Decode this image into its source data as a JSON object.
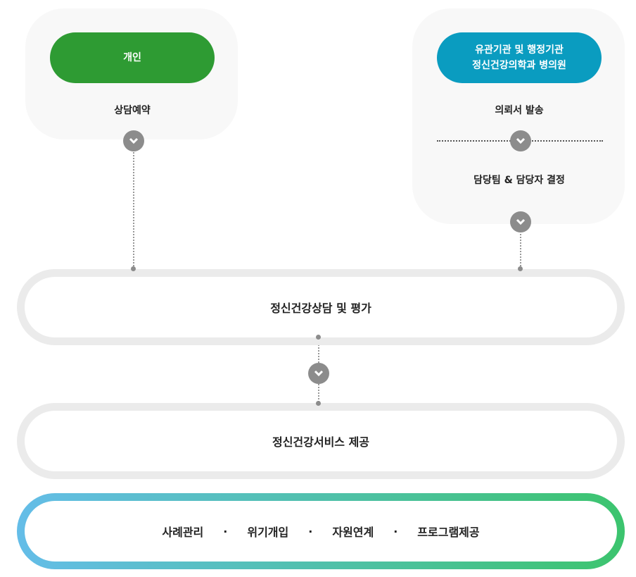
{
  "left": {
    "button": "개인",
    "step": "상담예약",
    "color": "#2e9b33"
  },
  "right": {
    "button_line1": "유관기관 및 행정기관",
    "button_line2": "정신건강의학과 병의원",
    "step1": "의뢰서 발송",
    "step2": "담당팀 & 담당자 결정",
    "color": "#0a9cc0"
  },
  "stage1": "정신건강상담 및 평가",
  "stage2": "정신건강서비스 제공",
  "services": {
    "items": [
      "사례관리",
      "위기개입",
      "자원연계",
      "프로그램제공"
    ],
    "separator": "·"
  }
}
